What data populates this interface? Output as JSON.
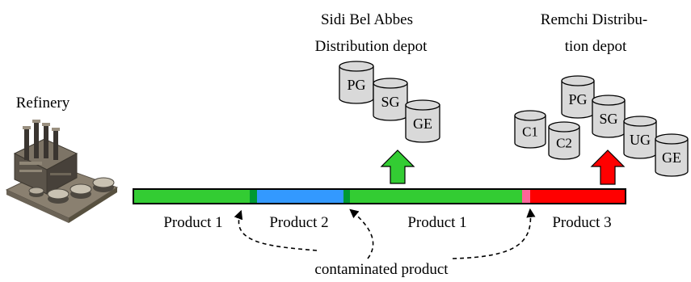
{
  "refinery": {
    "label": "Refinery"
  },
  "depots": [
    {
      "id": "sba",
      "title_lines": [
        "Sidi Bel Abbes",
        "Distribution depot"
      ],
      "arrow_color": "#33cc33",
      "tanks": [
        "PG",
        "SG",
        "GE"
      ]
    },
    {
      "id": "remchi",
      "title_lines": [
        "Remchi Distribu-",
        "tion depot"
      ],
      "arrow_color": "#ff0000",
      "tanks": [
        "C1",
        "C2",
        "PG",
        "SG",
        "UG",
        "GE"
      ]
    }
  ],
  "pipeline": {
    "segments": [
      {
        "product": "Product 1",
        "color": "#33cc33"
      },
      {
        "product": "Product 2",
        "color": "#3399ff"
      },
      {
        "product": "Product 1",
        "color": "#33cc33"
      },
      {
        "product": "Product 3",
        "color": "#ff0000"
      }
    ],
    "interfaces": [
      {
        "color": "#009933"
      },
      {
        "color": "#009933"
      },
      {
        "color": "#ff6699"
      }
    ]
  },
  "contamination": {
    "label": "contaminated product"
  },
  "colors": {
    "tank_fill": "#d9d9d9",
    "tank_stroke": "#000000",
    "pipe_outline": "#000000"
  }
}
